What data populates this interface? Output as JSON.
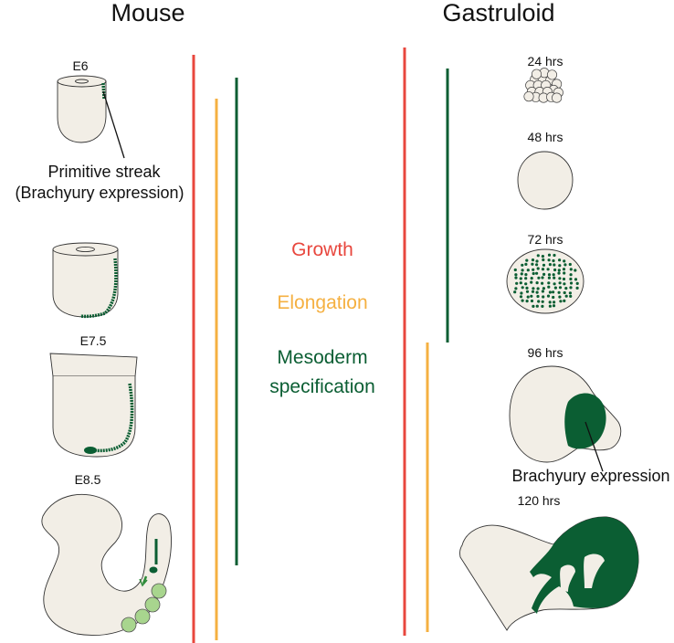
{
  "headers": {
    "mouse": "Mouse",
    "gastruloid": "Gastruloid"
  },
  "mouse_stages": {
    "e6": "E6",
    "e75": "E7.5",
    "e85": "E8.5"
  },
  "mouse_annotation": {
    "line1": "Primitive streak",
    "line2": "(Brachyury expression)"
  },
  "gastruloid_stages": {
    "h24": "24 hrs",
    "h48": "48 hrs",
    "h72": "72 hrs",
    "h96": "96 hrs",
    "h120": "120 hrs"
  },
  "gastruloid_annotation": "Brachyury expression",
  "processes": {
    "growth": "Growth",
    "elongation": "Elongation",
    "mesoderm_line1": "Mesoderm",
    "mesoderm_line2": "specification"
  },
  "colors": {
    "growth": "#e8473e",
    "elongation": "#f5b041",
    "mesoderm": "#0b5e33",
    "embryo_fill": "#f2eee6",
    "somite": "#a8d58e"
  }
}
